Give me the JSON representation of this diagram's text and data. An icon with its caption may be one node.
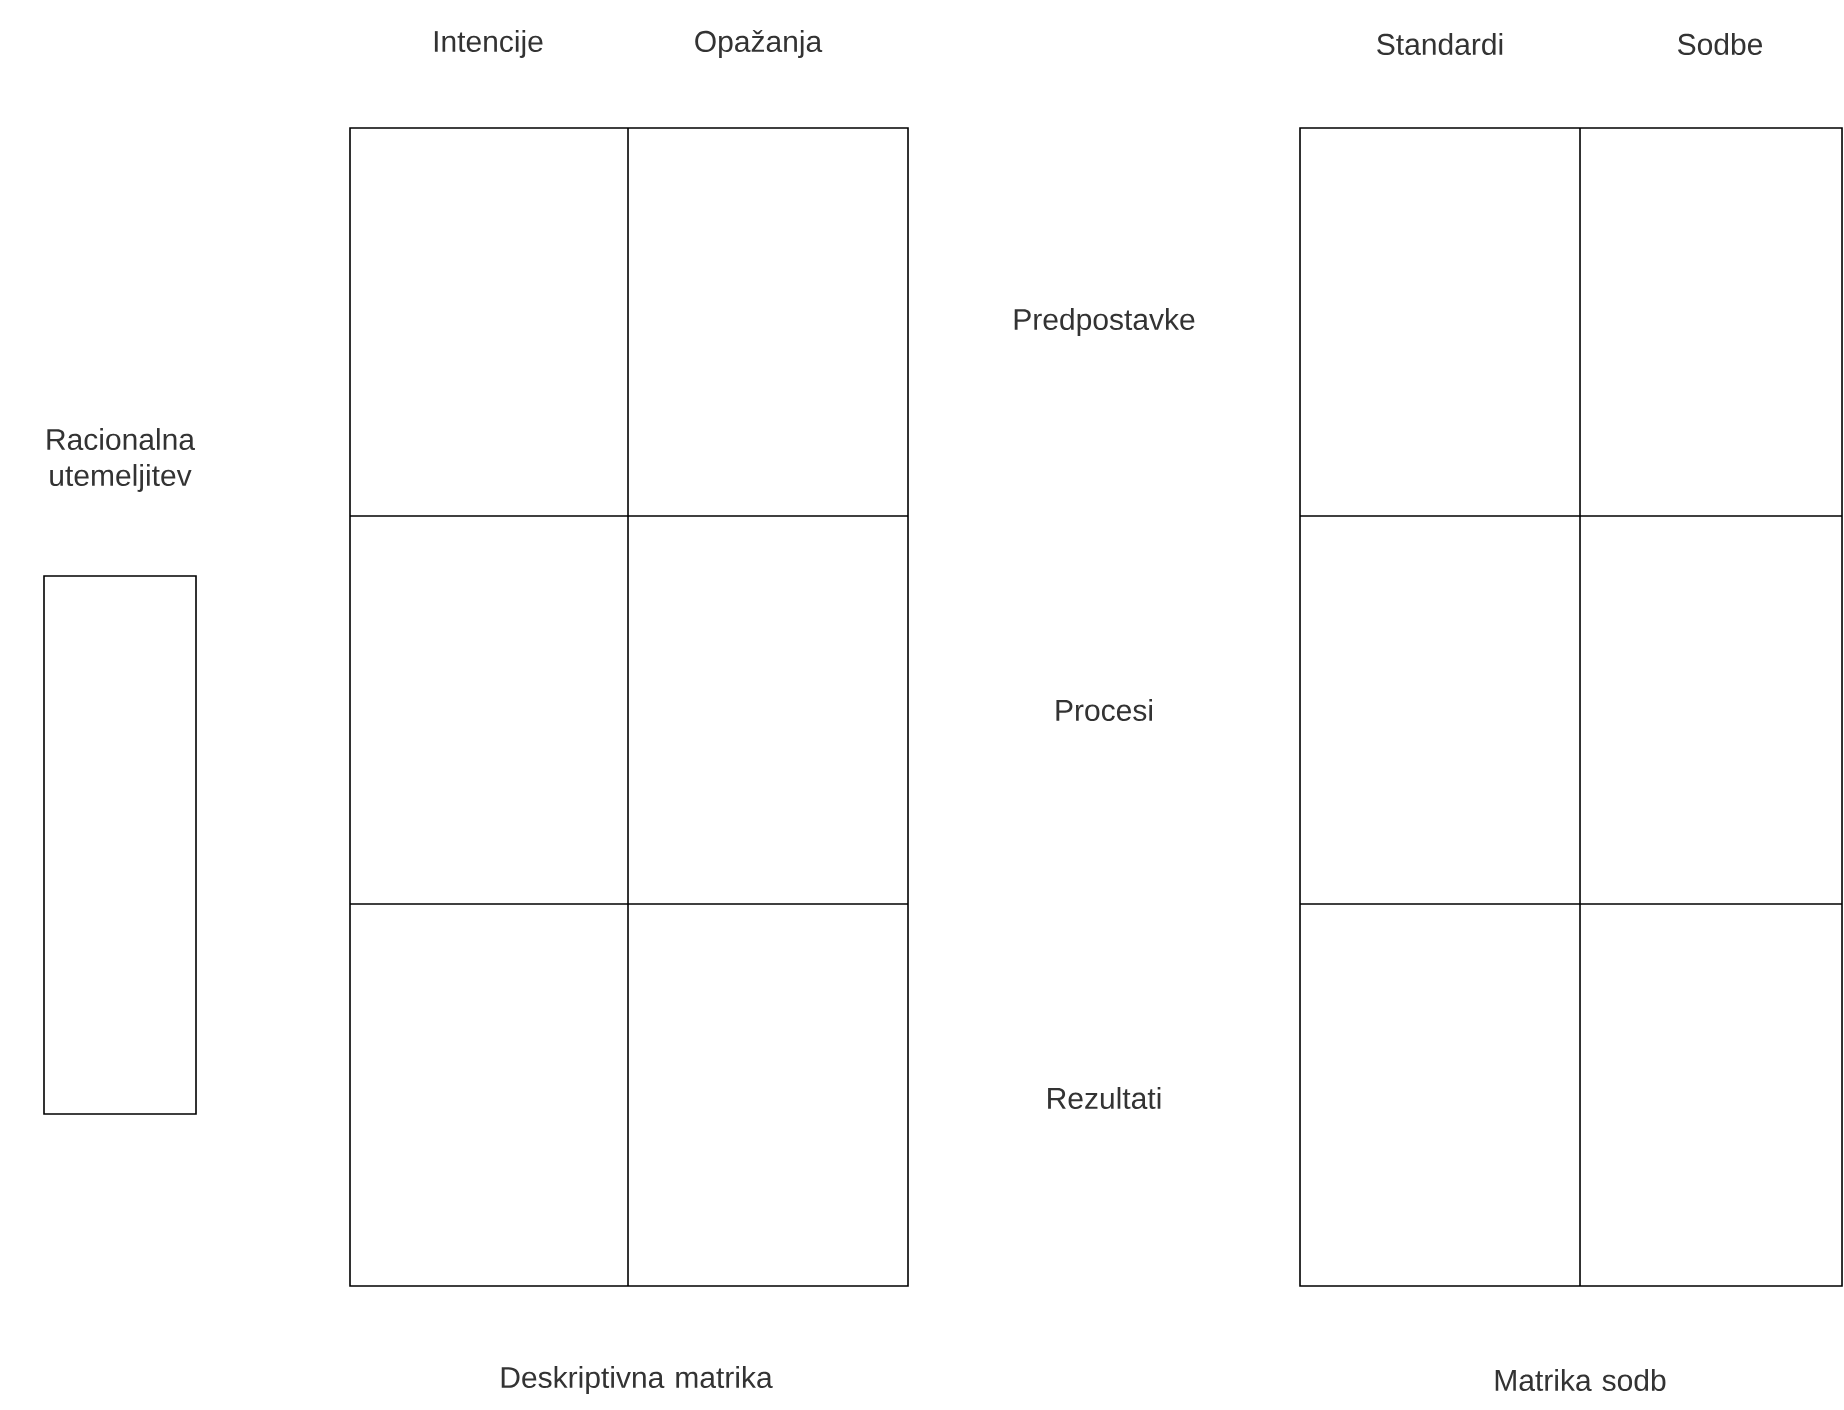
{
  "diagram": {
    "nodes": [
      {
        "text": [
          "Racionalna utemeljitev"
        ]
      },
      {
        "text": [
          "Deskriptivna matrika"
        ]
      },
      {
        "text": [
          "Matrika sodb"
        ]
      }
    ],
    "labels": [
      "Intencije",
      "Opažanja",
      "Standardi",
      "Sodbe",
      "Predpostavke",
      "Procesi",
      "Rezultati"
    ]
  }
}
